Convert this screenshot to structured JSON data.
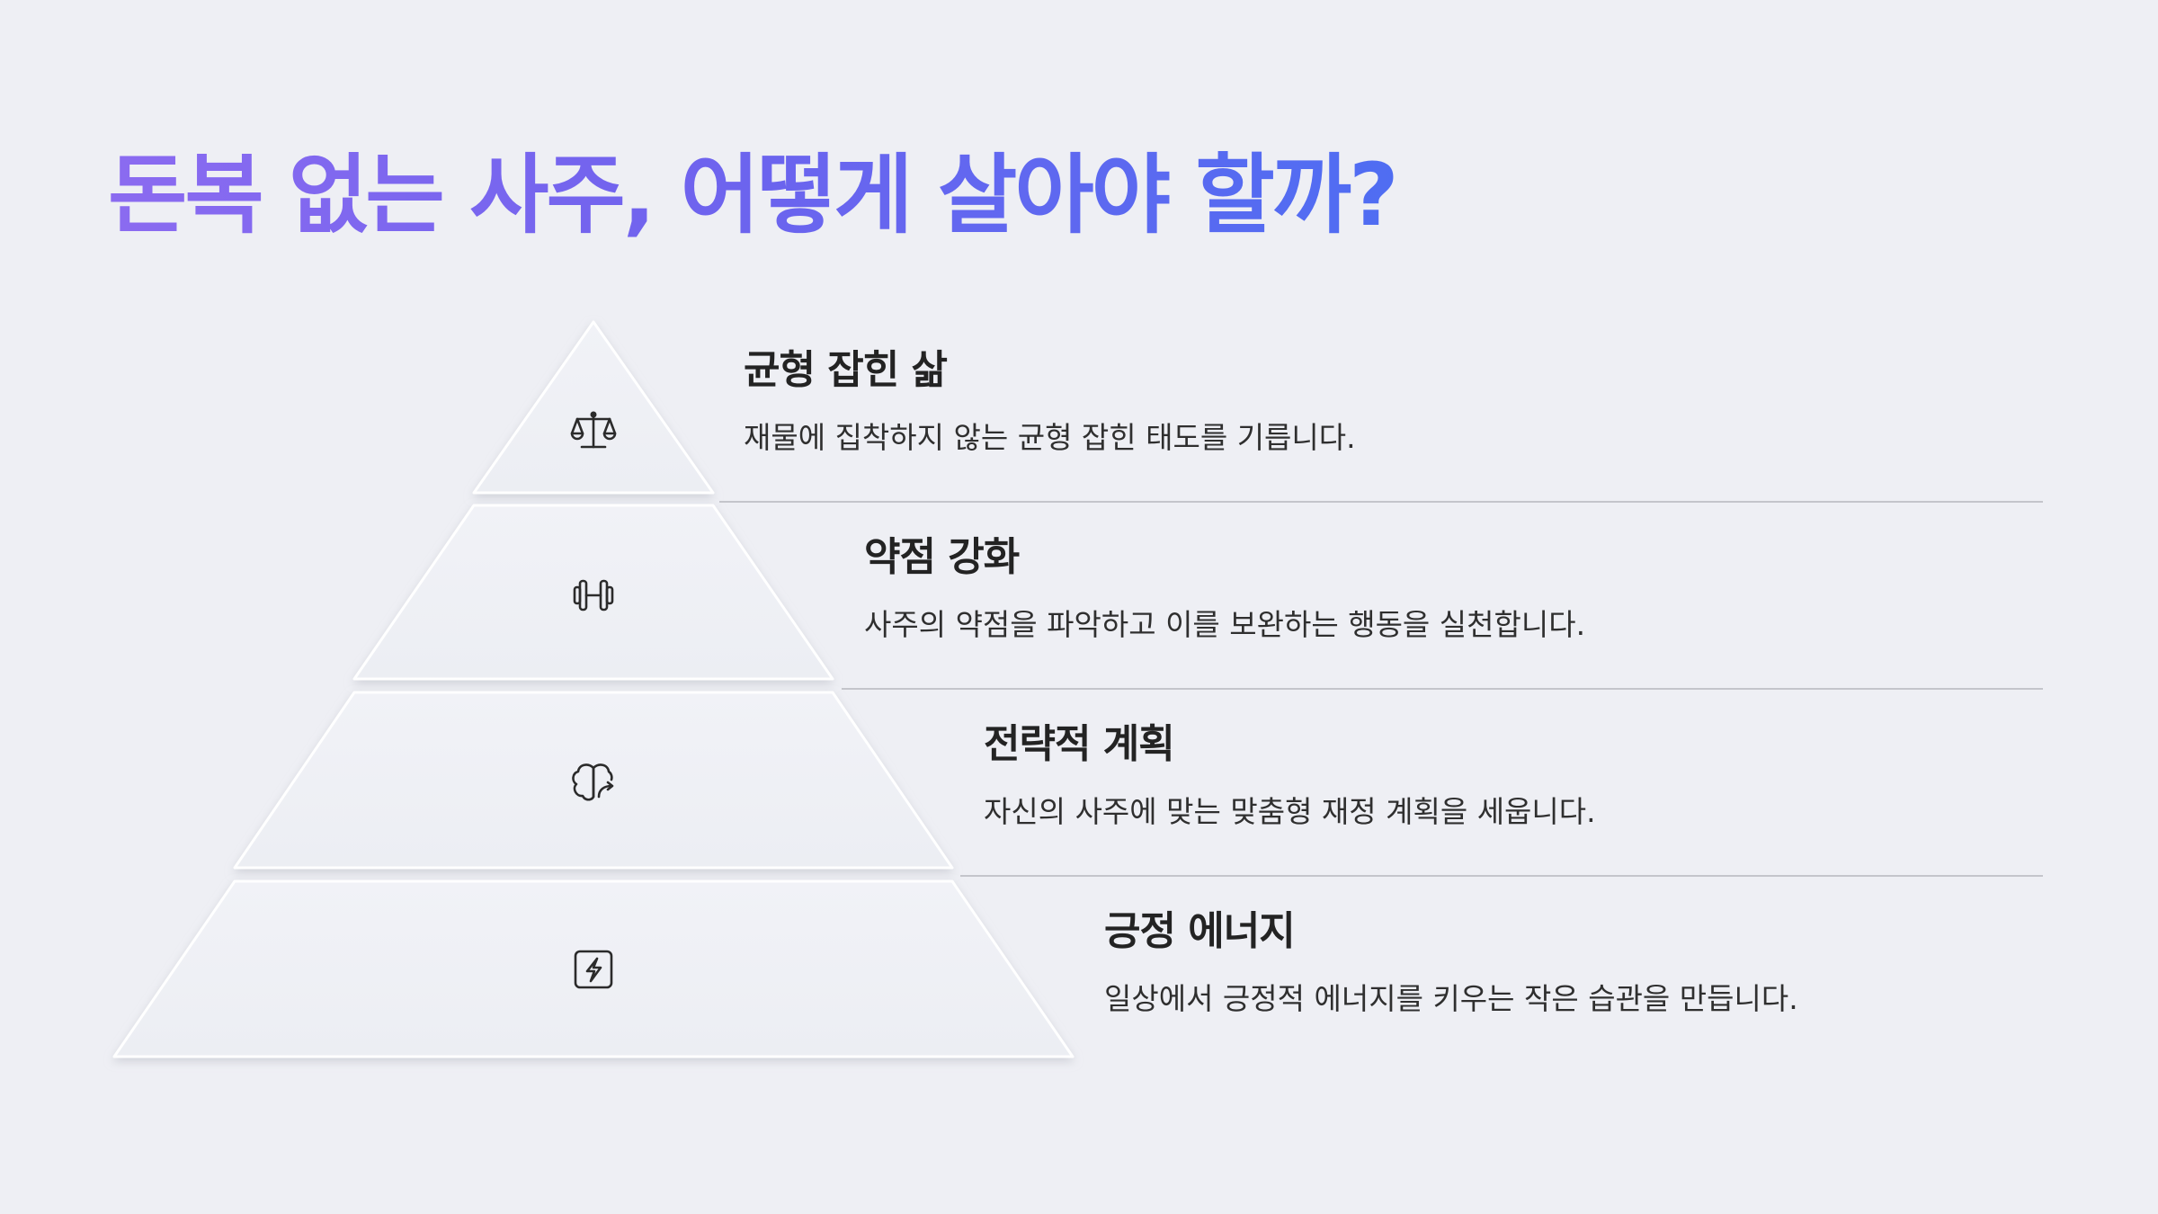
{
  "title": "돈복 없는 사주, 어떻게 살아야 할까?",
  "colors": {
    "background": "#eeeff4",
    "title_gradient_start": "#8b6bf0",
    "title_gradient_end": "#4f6df2",
    "text": "#232323",
    "divider": "#c4c5cb"
  },
  "tiers": [
    {
      "title": "균형 잡힌 삶",
      "description": "재물에 집착하지 않는 균형 잡힌 태도를 기릅니다.",
      "icon": "scale-icon"
    },
    {
      "title": "약점 강화",
      "description": "사주의 약점을 파악하고 이를 보완하는 행동을 실천합니다.",
      "icon": "dumbbell-icon"
    },
    {
      "title": "전략적 계획",
      "description": "자신의 사주에 맞는 맞춤형 재정 계획을 세웁니다.",
      "icon": "brain-icon"
    },
    {
      "title": "긍정 에너지",
      "description": "일상에서 긍정적 에너지를 키우는 작은 습관을 만듭니다.",
      "icon": "lightning-icon"
    }
  ]
}
